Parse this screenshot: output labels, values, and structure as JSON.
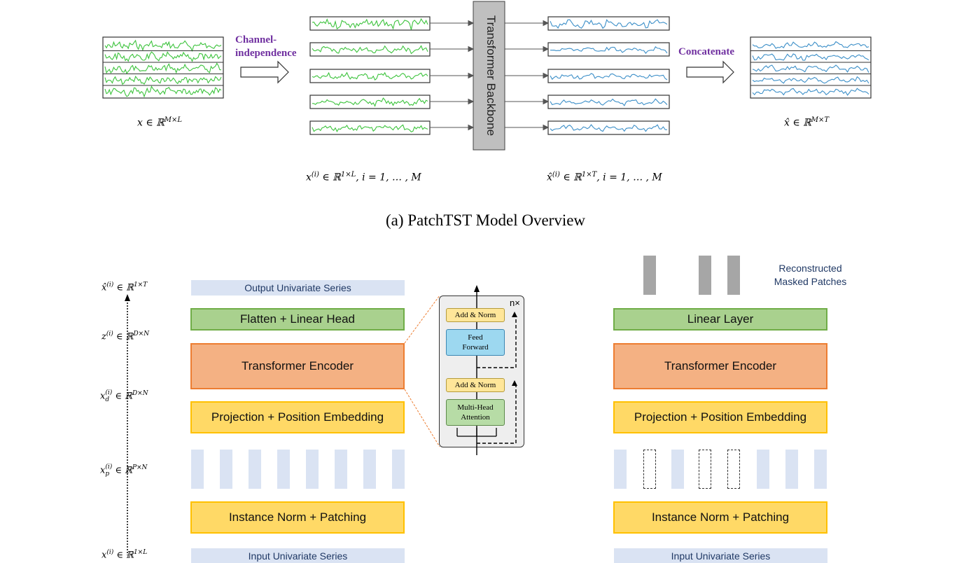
{
  "top": {
    "channel_independence_label": "Channel-\nindependence",
    "concatenate_label": "Concatenate",
    "backbone_label": "Transformer Backbone",
    "input_math": "x ∈ ℝ^{M×L}",
    "input_math_display": "x ∈ ℝ",
    "input_math_sup": "M×L",
    "split_math_display": "x",
    "split_math_sup1": "(i)",
    "split_math_mid": " ∈ ℝ",
    "split_math_sup2": "1×L",
    "split_math_tail": ", i = 1, … , M",
    "out_split_math_display": "x̂",
    "out_split_math_sup1": "(i)",
    "out_split_math_mid": " ∈ ℝ",
    "out_split_math_sup2": "1×T",
    "out_split_math_tail": ", i = 1, … , M",
    "output_math_display": "x̂ ∈ ℝ",
    "output_math_sup": "M×T",
    "caption": "(a) PatchTST Model Overview",
    "colors": {
      "input_series": "#3cc33c",
      "output_series": "#3c8fc8",
      "backbone": "#bfbfbf"
    }
  },
  "left": {
    "output_label": "Output Univariate Series",
    "flatten_head": "Flatten + Linear Head",
    "encoder": "Transformer Encoder",
    "projection": "Projection + Position Embedding",
    "norm_patching": "Instance Norm + Patching",
    "input_label": "Input Univariate Series",
    "dims": [
      {
        "base": "x̂",
        "sub": "",
        "sup": "(i)",
        "space": "1×T"
      },
      {
        "base": "z",
        "sub": "",
        "sup": "(i)",
        "space": "D×N"
      },
      {
        "base": "x",
        "sub": "d",
        "sup": "(i)",
        "space": "D×N"
      },
      {
        "base": "x",
        "sub": "p",
        "sup": "(i)",
        "space": "P×N"
      },
      {
        "base": "x",
        "sub": "",
        "sup": "(i)",
        "space": "1×L"
      }
    ],
    "in_symbol": " ∈ ℝ"
  },
  "detail": {
    "repeat": "n×",
    "add_norm_top": "Add & Norm",
    "feed_forward": "Feed\nForward",
    "add_norm_bottom": "Add & Norm",
    "attention": "Multi-Head\nAttention"
  },
  "right": {
    "reconstructed": "Reconstructed\nMasked Patches",
    "linear_layer": "Linear Layer",
    "encoder": "Transformer Encoder",
    "projection": "Projection + Position Embedding",
    "norm_patching": "Instance Norm + Patching",
    "input_label": "Input Univariate Series"
  }
}
